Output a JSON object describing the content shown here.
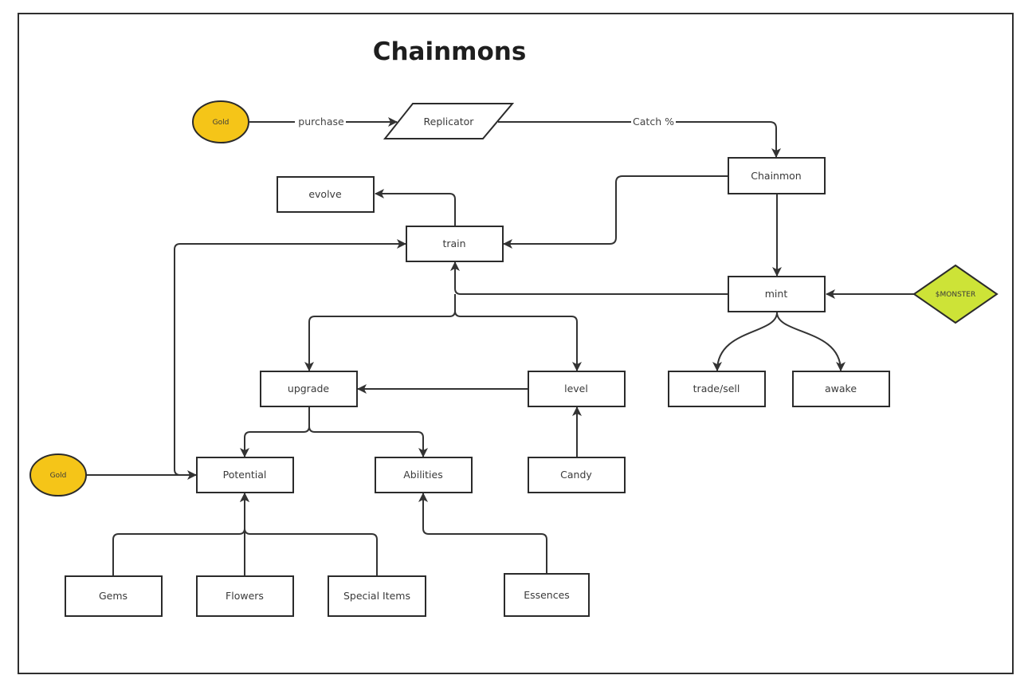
{
  "title": "Chainmons",
  "colors": {
    "gold_fill": "#f5c518",
    "monster_fill": "#cde337",
    "stroke": "#2b2b2b",
    "text": "#3a3a3a"
  },
  "nodes": {
    "gold_top": {
      "label": "Gold",
      "shape": "ellipse"
    },
    "replicator": {
      "label": "Replicator",
      "shape": "parallelogram"
    },
    "chainmon": {
      "label": "Chainmon",
      "shape": "rect"
    },
    "evolve": {
      "label": "evolve",
      "shape": "rect"
    },
    "train": {
      "label": "train",
      "shape": "rect"
    },
    "mint": {
      "label": "mint",
      "shape": "rect"
    },
    "monster": {
      "label": "$MONSTER",
      "shape": "diamond"
    },
    "upgrade": {
      "label": "upgrade",
      "shape": "rect"
    },
    "level": {
      "label": "level",
      "shape": "rect"
    },
    "trade_sell": {
      "label": "trade/sell",
      "shape": "rect"
    },
    "awake": {
      "label": "awake",
      "shape": "rect"
    },
    "gold_left": {
      "label": "Gold",
      "shape": "ellipse"
    },
    "potential": {
      "label": "Potential",
      "shape": "rect"
    },
    "abilities": {
      "label": "Abilities",
      "shape": "rect"
    },
    "candy": {
      "label": "Candy",
      "shape": "rect"
    },
    "gems": {
      "label": "Gems",
      "shape": "rect"
    },
    "flowers": {
      "label": "Flowers",
      "shape": "rect"
    },
    "special_items": {
      "label": "Special Items",
      "shape": "rect"
    },
    "essences": {
      "label": "Essences",
      "shape": "rect"
    }
  },
  "edges": [
    {
      "from": "gold_top",
      "to": "replicator",
      "label": "purchase"
    },
    {
      "from": "replicator",
      "to": "chainmon",
      "label": "Catch %"
    },
    {
      "from": "chainmon",
      "to": "train",
      "label": ""
    },
    {
      "from": "chainmon",
      "to": "mint",
      "label": ""
    },
    {
      "from": "train",
      "to": "evolve",
      "label": ""
    },
    {
      "from": "mint",
      "to": "train",
      "label": ""
    },
    {
      "from": "monster",
      "to": "mint",
      "label": ""
    },
    {
      "from": "mint",
      "to": "trade_sell",
      "label": ""
    },
    {
      "from": "mint",
      "to": "awake",
      "label": ""
    },
    {
      "from": "train",
      "to": "upgrade",
      "label": ""
    },
    {
      "from": "train",
      "to": "level",
      "label": ""
    },
    {
      "from": "level",
      "to": "upgrade",
      "label": ""
    },
    {
      "from": "candy",
      "to": "level",
      "label": ""
    },
    {
      "from": "upgrade",
      "to": "potential",
      "label": ""
    },
    {
      "from": "upgrade",
      "to": "abilities",
      "label": ""
    },
    {
      "from": "gold_left",
      "to": "potential",
      "label": ""
    },
    {
      "from": "gold_left",
      "to": "train",
      "label": ""
    },
    {
      "from": "gems",
      "to": "potential",
      "label": ""
    },
    {
      "from": "flowers",
      "to": "potential",
      "label": ""
    },
    {
      "from": "special_items",
      "to": "potential",
      "label": ""
    },
    {
      "from": "essences",
      "to": "abilities",
      "label": ""
    }
  ]
}
